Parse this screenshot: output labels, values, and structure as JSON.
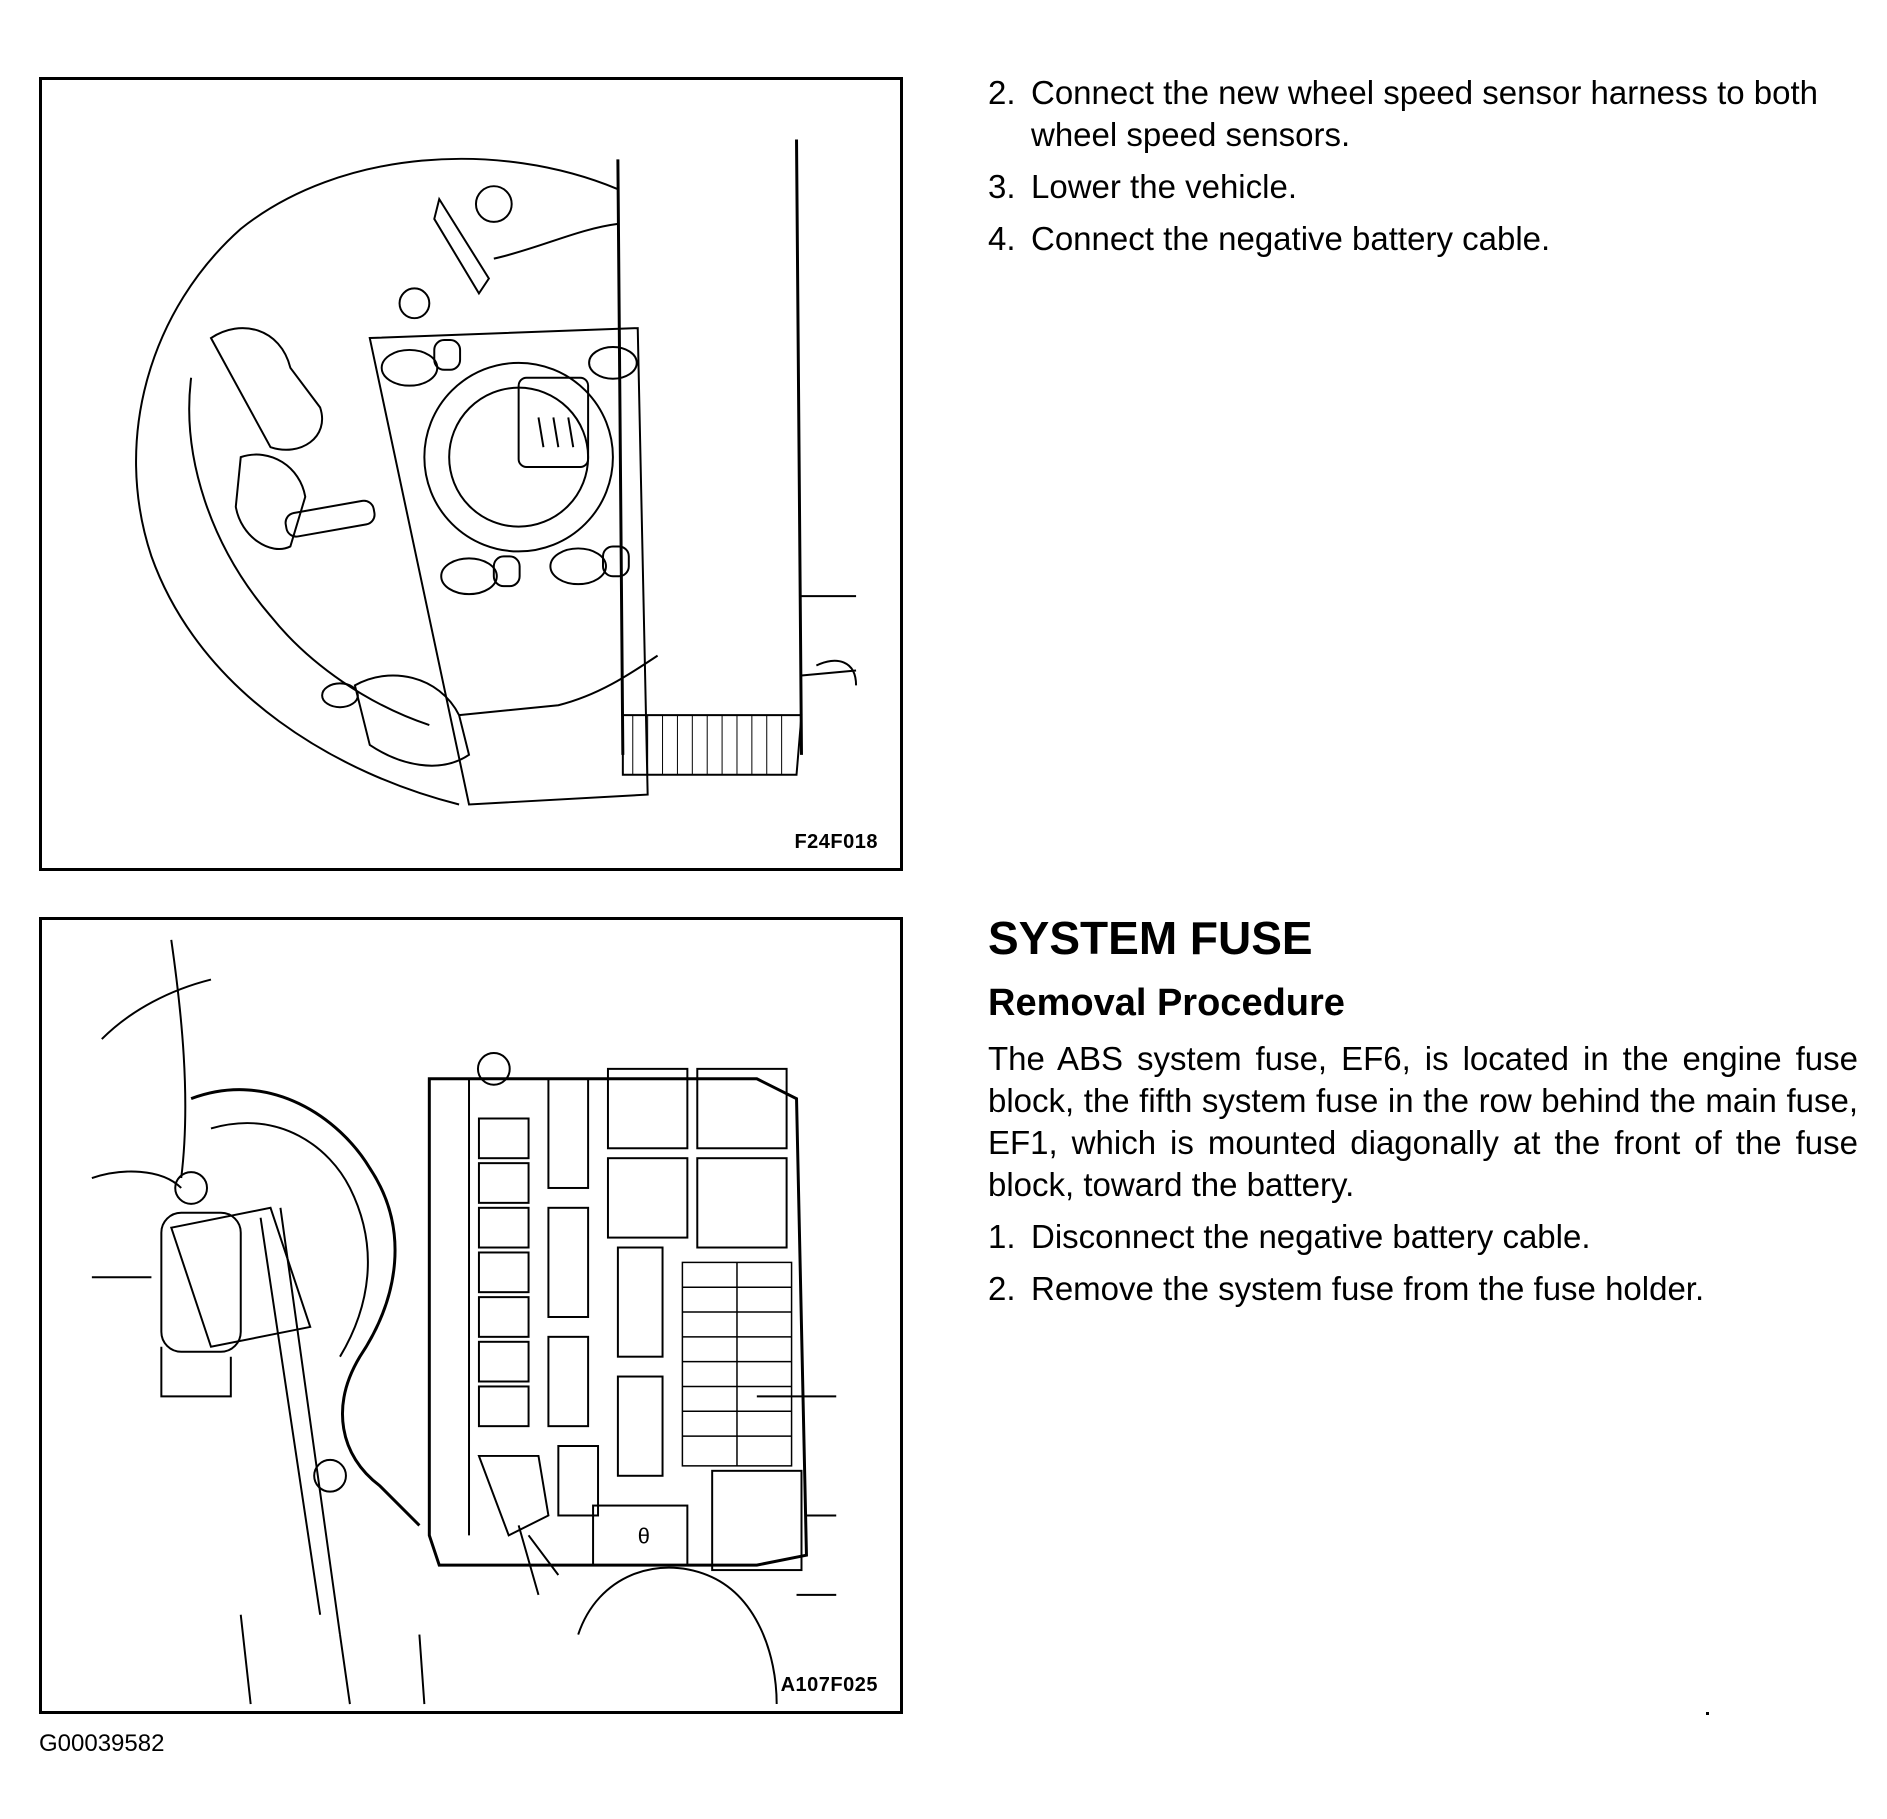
{
  "figures": [
    {
      "code": "F24F018"
    },
    {
      "code": "A107F025"
    }
  ],
  "steps_top": [
    {
      "num": "2.",
      "text": "Connect the new wheel speed sensor harness to both wheel speed sensors."
    },
    {
      "num": "3.",
      "text": "Lower the vehicle."
    },
    {
      "num": "4.",
      "text": "Connect the negative battery cable."
    }
  ],
  "section": {
    "title": "SYSTEM FUSE",
    "subtitle": "Removal Procedure",
    "paragraph": "The ABS system fuse, EF6, is located in the engine fuse block, the fifth system fuse in the row behind the main fuse, EF1, which is mounted diagonally at the front of the fuse block, toward the battery.",
    "steps": [
      {
        "num": "1.",
        "text": "Disconnect the negative battery cable."
      },
      {
        "num": "2.",
        "text": "Remove the system fuse from the fuse holder."
      }
    ]
  },
  "document_id": "G00039582"
}
